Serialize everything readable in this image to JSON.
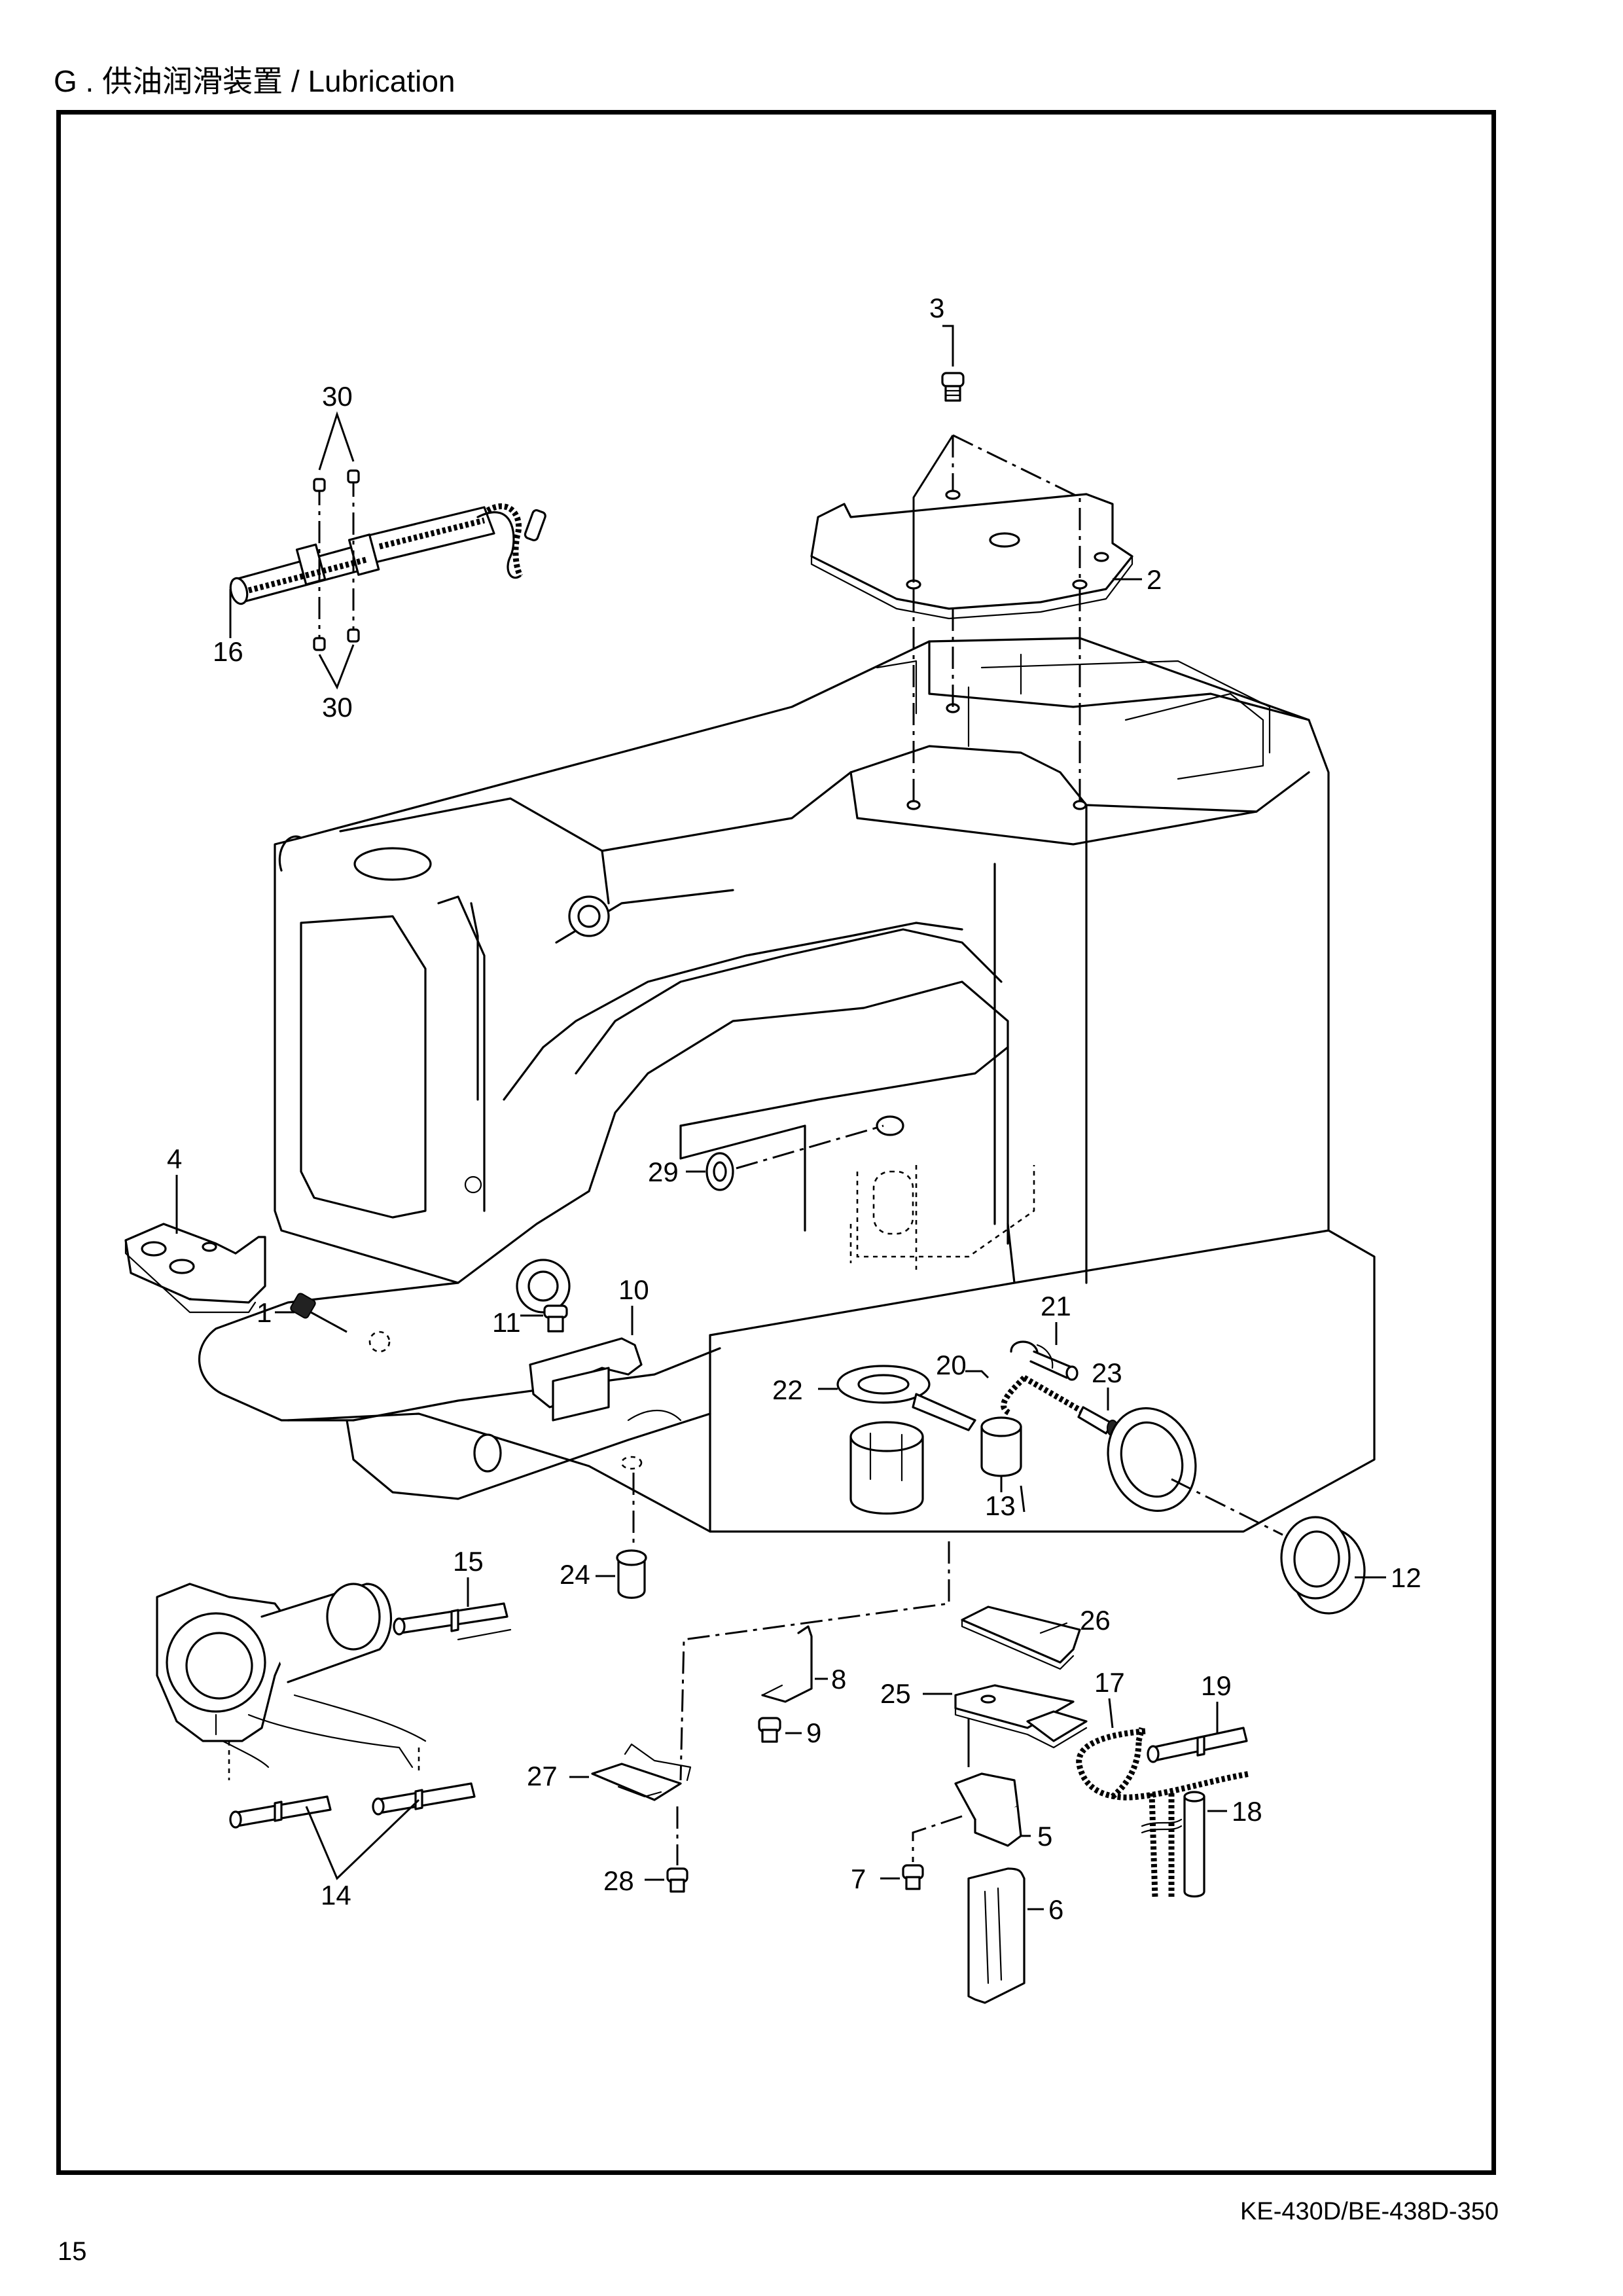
{
  "header": {
    "title": "G . 供油润滑装置 / Lubrication"
  },
  "footer": {
    "model": "KE-430D/BE-438D-350",
    "page_number": "15"
  },
  "diagram": {
    "callouts": {
      "p1": "1",
      "p2": "2",
      "p3": "3",
      "p4": "4",
      "p5": "5",
      "p6": "6",
      "p7": "7",
      "p8": "8",
      "p9": "9",
      "p10": "10",
      "p11": "11",
      "p12": "12",
      "p13": "13",
      "p14": "14",
      "p15": "15",
      "p16": "16",
      "p17": "17",
      "p18": "18",
      "p19": "19",
      "p20": "20",
      "p21": "21",
      "p22": "22",
      "p23": "23",
      "p24": "24",
      "p25": "25",
      "p26": "26",
      "p27": "27",
      "p28": "28",
      "p29": "29",
      "p30": "30"
    }
  }
}
